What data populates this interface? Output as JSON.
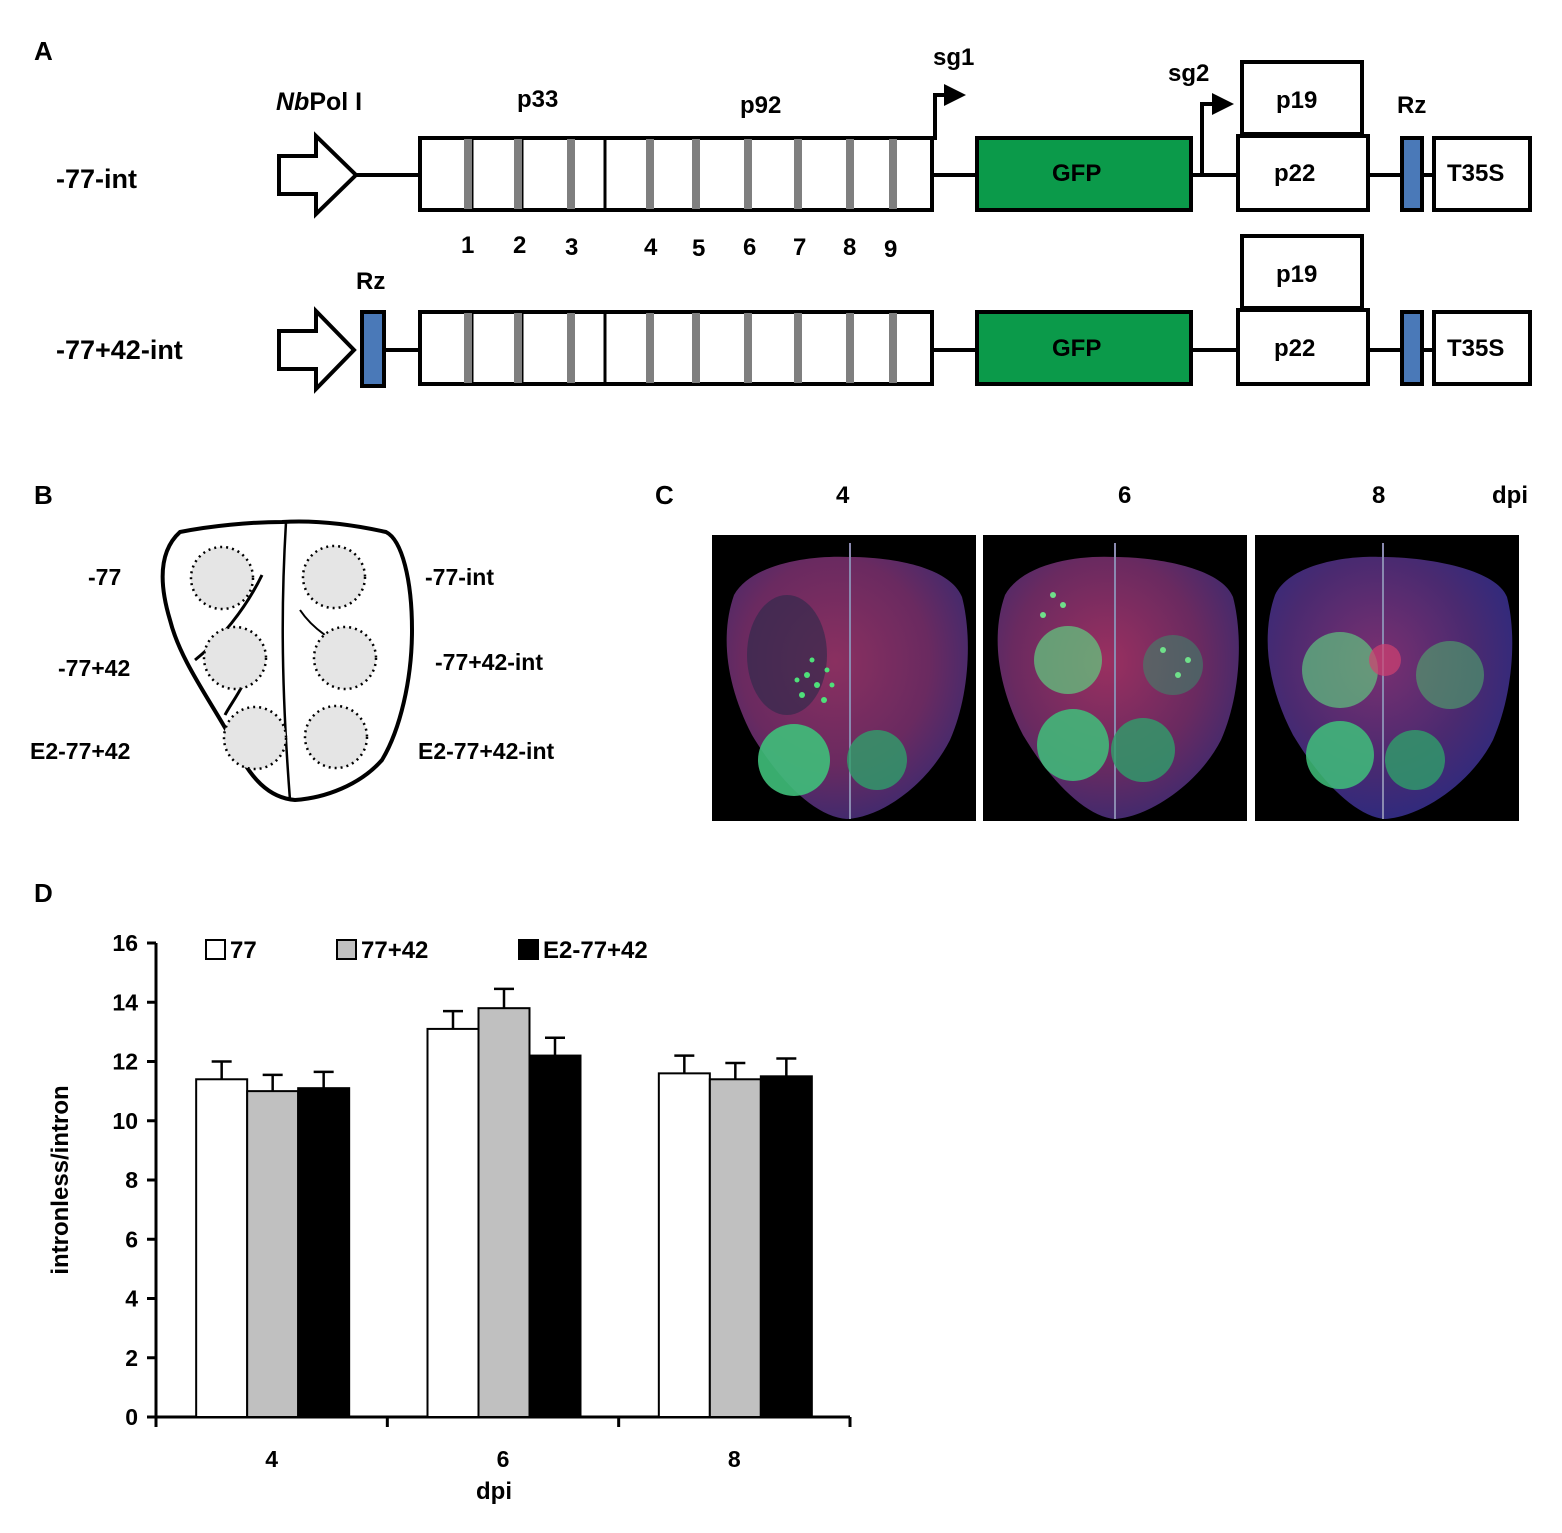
{
  "panels": {
    "a": {
      "letter": "A"
    },
    "b": {
      "letter": "B"
    },
    "c": {
      "letter": "C"
    },
    "d": {
      "letter": "D"
    }
  },
  "panel_a": {
    "promoter_label": {
      "italic": "Nb",
      "rest": "Pol I"
    },
    "constructs": [
      {
        "name": "-77-int"
      },
      {
        "name": "-77+42-int"
      }
    ],
    "region_labels": {
      "p33": "p33",
      "p92": "p92"
    },
    "promoter_labels": {
      "sg1": "sg1",
      "sg2": "sg2"
    },
    "gene_labels": {
      "gfp": "GFP",
      "p19": "p19",
      "p22": "p22",
      "rz": "Rz",
      "t35s": "T35S"
    },
    "intron_numbers": [
      "1",
      "2",
      "3",
      "4",
      "5",
      "6",
      "7",
      "8",
      "9"
    ],
    "colors": {
      "gfp": "#0b9a4a",
      "rz": "#4a79b8",
      "intron": "#7f7f7f"
    }
  },
  "panel_b": {
    "left_labels": [
      "-77",
      "-77+42",
      "E2-77+42"
    ],
    "right_labels": [
      "-77-int",
      "-77+42-int",
      "E2-77+42-int"
    ]
  },
  "panel_c": {
    "timepoints": [
      "4",
      "6",
      "8"
    ],
    "unit": "dpi"
  },
  "chart_data": {
    "type": "bar",
    "xlabel": "dpi",
    "ylabel": "intronless/intron",
    "categories": [
      "4",
      "6",
      "8"
    ],
    "ylim": [
      0,
      16
    ],
    "yticks": [
      "0",
      "2",
      "4",
      "6",
      "8",
      "10",
      "12",
      "14",
      "16"
    ],
    "legend_position": "top",
    "series": [
      {
        "name": "77",
        "color": "#ffffff",
        "values": [
          11.4,
          13.1,
          11.6
        ],
        "errors": [
          0.6,
          0.6,
          0.6
        ]
      },
      {
        "name": "77+42",
        "color": "#c0c0c0",
        "values": [
          11.0,
          13.8,
          11.4
        ],
        "errors": [
          0.55,
          0.65,
          0.55
        ]
      },
      {
        "name": "E2-77+42",
        "color": "#000000",
        "values": [
          11.1,
          12.2,
          11.5
        ],
        "errors": [
          0.55,
          0.6,
          0.6
        ]
      }
    ]
  }
}
